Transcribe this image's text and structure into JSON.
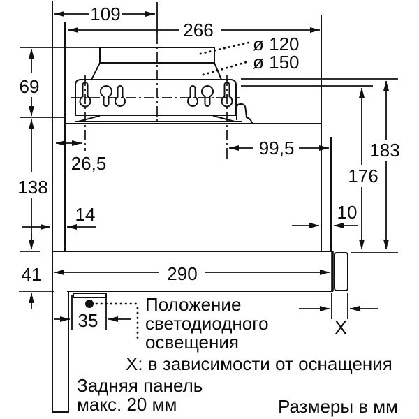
{
  "dims": {
    "d109": "109",
    "d266": "266",
    "dia120": "ø 120",
    "dia150": "ø 150",
    "d69": "69",
    "d26_5": "26,5",
    "d99_5": "99,5",
    "d183": "183",
    "d176": "176",
    "d138": "138",
    "d14": "14",
    "d10": "10",
    "d41": "41",
    "d290": "290",
    "d35": "35",
    "dX": "X"
  },
  "notes": {
    "led1": "Положение",
    "led2": "светодиодного",
    "led3": "освещения",
    "x_note": "X: в зависимости от оснащения",
    "back1": "Задняя панель",
    "back2": "макс. 20 мм",
    "units": "Размеры в мм"
  }
}
